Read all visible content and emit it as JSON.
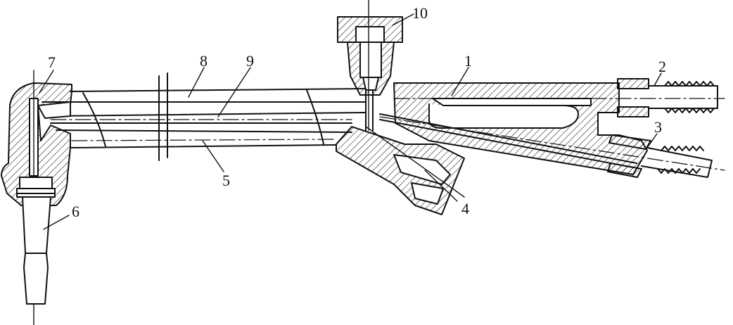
{
  "diagram": {
    "labels": {
      "p1": "1",
      "p2": "2",
      "p3": "3",
      "p4": "4",
      "p5": "5",
      "p6": "6",
      "p7": "7",
      "p8": "8",
      "p9": "9",
      "p10": "10"
    }
  }
}
